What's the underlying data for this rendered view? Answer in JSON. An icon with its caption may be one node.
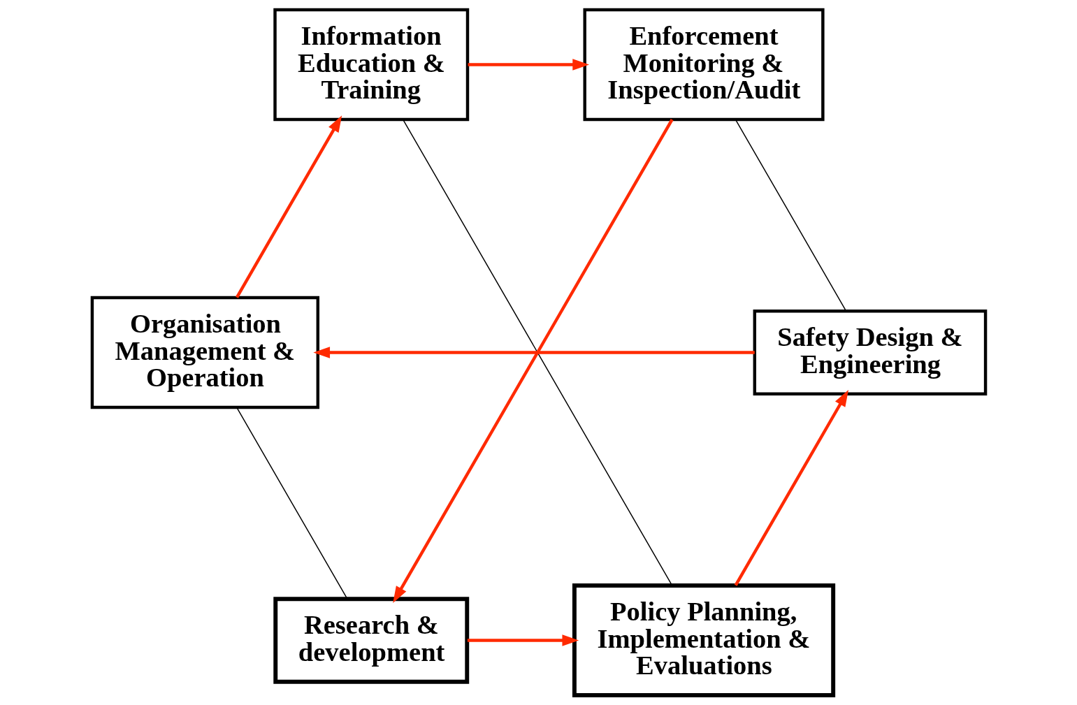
{
  "diagram": {
    "nodes": [
      {
        "text": [
          "Policy Planning, Implementation & Evaluations"
        ]
      },
      {
        "text": [
          "Safety Design & Engineering"
        ]
      },
      {
        "text": [
          "Organisation Management & Operation"
        ]
      },
      {
        "text": [
          "Information Education & Training"
        ]
      },
      {
        "text": [
          "Enforcement Monitoring & Inspection/Audit"
        ]
      },
      {
        "text": [
          "Research & development"
        ]
      }
    ],
    "edges": [
      {
        "from": 0,
        "to": 1,
        "arrow": "to"
      },
      {
        "from": 1,
        "to": 2,
        "arrow": "to"
      },
      {
        "from": 2,
        "to": 3,
        "arrow": "to"
      },
      {
        "from": 3,
        "to": 4,
        "arrow": "to"
      },
      {
        "from": 4,
        "to": 5,
        "arrow": "to"
      },
      {
        "from": 5,
        "to": 0,
        "arrow": "to"
      },
      {
        "from": 0,
        "to": 3,
        "arrow": "none",
        "color": "#000000"
      },
      {
        "from": 1,
        "to": 4,
        "arrow": "none",
        "color": "#000000"
      },
      {
        "from": 5,
        "to": 2,
        "arrow": "none",
        "color": "#000000"
      }
    ]
  }
}
